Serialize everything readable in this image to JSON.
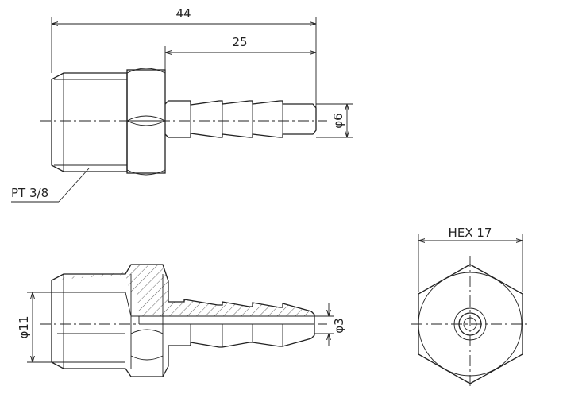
{
  "dimensions": {
    "overall_length": "44",
    "barb_length": "25",
    "barb_outer_diameter": "φ6",
    "thread_diameter": "φ11",
    "bore_diameter": "φ3",
    "hex_size": "HEX 17"
  },
  "thread_callout": "PT 3/8"
}
